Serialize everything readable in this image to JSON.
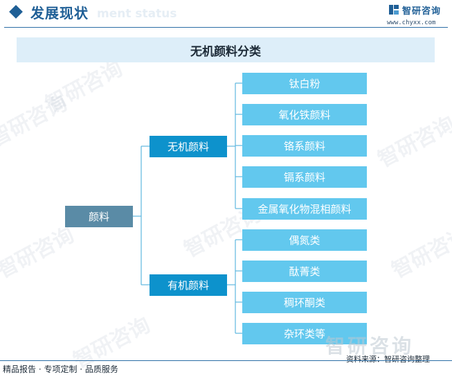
{
  "header": {
    "title": "发展现状",
    "ghost_text": "ment status",
    "brand_name": "智研咨询",
    "brand_url": "www.chyxx.com"
  },
  "diagram": {
    "title": "无机颜料分类",
    "root": "颜料",
    "branches": [
      {
        "label": "无机颜料",
        "children": [
          "钛白粉",
          "氧化铁颜料",
          "铬系颜料",
          "镉系颜料",
          "金属氧化物混相颜料"
        ]
      },
      {
        "label": "有机颜料",
        "children": [
          "偶氮类",
          "酞菁类",
          "稠环酮类",
          "杂环类等"
        ]
      }
    ]
  },
  "watermark": {
    "text": "智研咨询"
  },
  "footer": {
    "left": "精品报告 · 专项定制 · 品质服务",
    "source": "资料来源：智研咨询整理"
  },
  "colors": {
    "brand_blue": "#1f5f96",
    "root_box": "#5a8ba6",
    "branch_box": "#0d92cc",
    "leaf_box": "#62c8ee",
    "banner_bg": "#ddeef9",
    "connector": "#5fb7e0"
  }
}
